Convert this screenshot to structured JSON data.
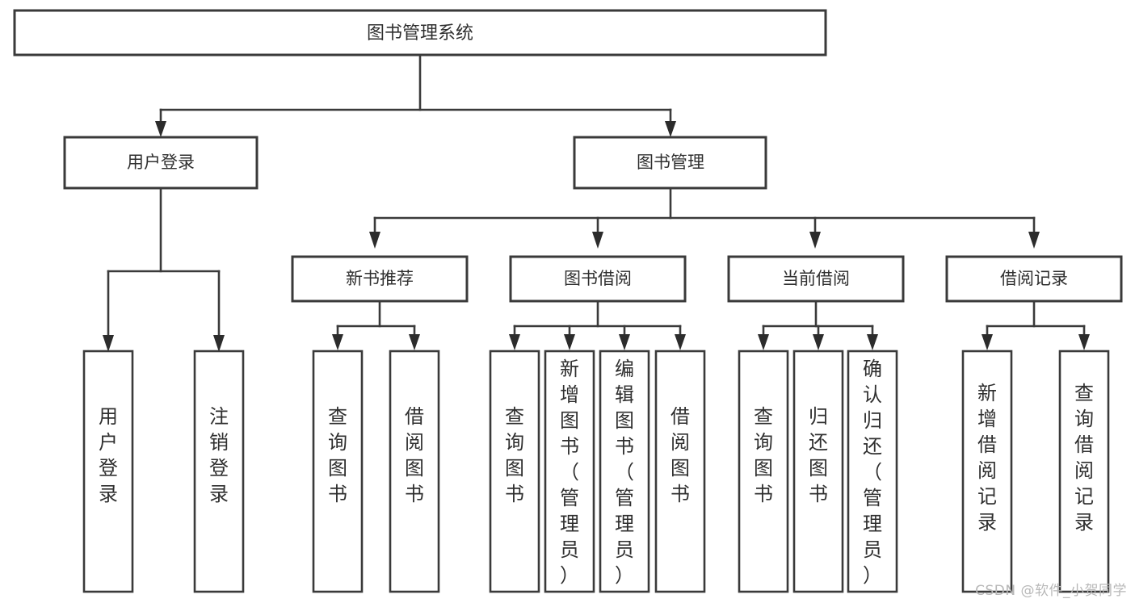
{
  "diagram": {
    "title": "图书管理系统",
    "type": "tree-hierarchy-chart",
    "orientation": "top-down",
    "colors": {
      "box_fill": "#ffffff",
      "box_stroke": "#3a3a3a",
      "text": "#2f2f2f",
      "connector": "#3a3a3a",
      "watermark": "#b8b8b8",
      "background": "#ffffff"
    },
    "root": {
      "label": "图书管理系统"
    },
    "level2": [
      {
        "label": "用户登录"
      },
      {
        "label": "图书管理"
      }
    ],
    "level3": [
      {
        "label": "新书推荐"
      },
      {
        "label": "图书借阅"
      },
      {
        "label": "当前借阅"
      },
      {
        "label": "借阅记录"
      }
    ],
    "leaves": {
      "user_login": [
        {
          "label": "用户登录"
        },
        {
          "label": "注销登录"
        }
      ],
      "new_book_recommend": [
        {
          "label": "查询图书"
        },
        {
          "label": "借阅图书"
        }
      ],
      "book_borrow": [
        {
          "label": "查询图书"
        },
        {
          "label": "新增图书（管理员）"
        },
        {
          "label": "编辑图书（管理员）"
        },
        {
          "label": "借阅图书"
        }
      ],
      "current_borrow": [
        {
          "label": "查询图书"
        },
        {
          "label": "归还图书"
        },
        {
          "label": "确认归还（管理员）"
        }
      ],
      "borrow_record": [
        {
          "label": "新增借阅记录"
        },
        {
          "label": "查询借阅记录"
        }
      ]
    }
  },
  "watermark": {
    "text": "CSDN @软件_小贺同学"
  }
}
